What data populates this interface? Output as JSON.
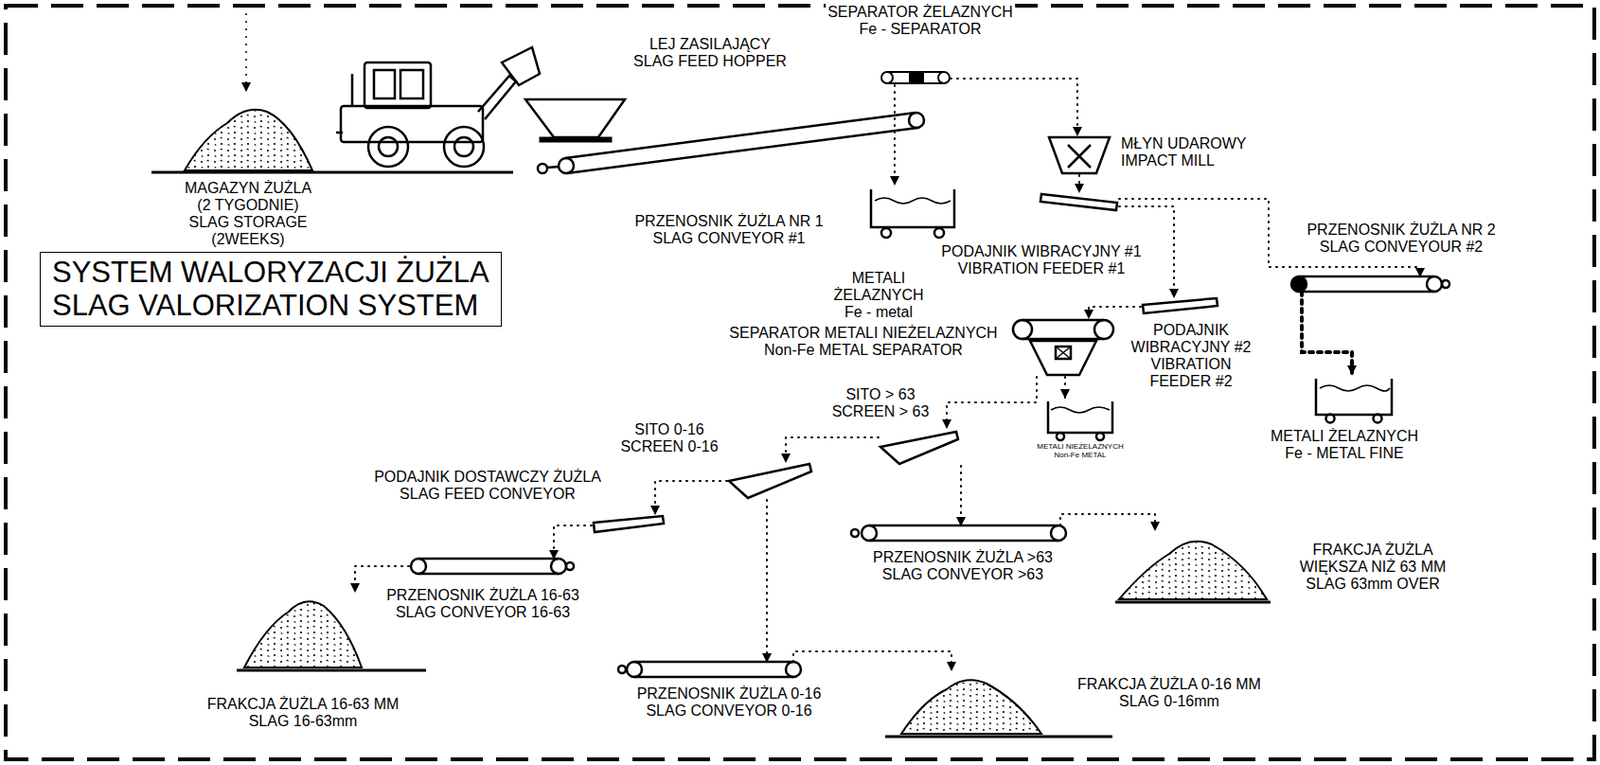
{
  "diagram": {
    "title": "SYSTEM WALORYZACJI ŻUŻLA SLAG VALORIZATION SYSTEM",
    "nodes": [
      {
        "text": [
          "MAGAZYN ŻUŻLA (2 TYGODNIE) SLAG STORAGE (2WEEKS)"
        ]
      },
      {
        "text": [
          "LEJ ZASILAJĄCY SLAG FEED HOPPER"
        ]
      },
      {
        "text": [
          "SEPARATOR ŻELAZNYCH Fe - SEPARATOR"
        ]
      },
      {
        "text": [
          "PRZENOSNIK ŻUŻLA NR 1 SLAG CONVEYOR #1"
        ]
      },
      {
        "text": [
          "METALI ŻELAZNYCH Fe - metal"
        ]
      },
      {
        "text": [
          "MŁYN UDAROWY IMPACT MILL"
        ]
      },
      {
        "text": [
          "PODAJNIK WIBRACYJNY #1 VIBRATION FEEDER #1"
        ]
      },
      {
        "text": [
          "PRZENOSNIK ŻUŻLA NR 2 SLAG CONVEYOUR #2"
        ]
      },
      {
        "text": [
          "METALI ŻELAZNYCH Fe - METAL FINE"
        ]
      },
      {
        "text": [
          "PODAJNIK WIBRACYJNY #2 VIBRATION FEEDER #2"
        ]
      },
      {
        "text": [
          "SEPARATOR METALI NIEŻELAZNYCH Non-Fe METAL SEPARATOR"
        ]
      },
      {
        "text": [
          "METALI NIEŻELAZNYCH Non-Fe METAL"
        ]
      },
      {
        "text": [
          "SITO > 63 SCREEN > 63"
        ]
      },
      {
        "text": [
          "SITO 0-16 SCREEN 0-16"
        ]
      },
      {
        "text": [
          "PODAJNIK DOSTAWCZY ŻUŻLA SLAG FEED CONVEYOR"
        ]
      },
      {
        "text": [
          "PRZENOSNIK ŻUŻLA >63 SLAG CONVEYOR >63"
        ]
      },
      {
        "text": [
          "FRAKCJA ŻUŻLA WIĘKSZA NIŻ 63 MM SLAG 63mm OVER"
        ]
      },
      {
        "text": [
          "PRZENOSNIK ŻUŻLA 16-63 SLAG CONVEYOR 16-63"
        ]
      },
      {
        "text": [
          "FRAKCJA ŻUŻLA 16-63 MM SLAG 16-63mm"
        ]
      },
      {
        "text": [
          "PRZENOSNIK ŻUŻLA 0-16 SLAG CONVEYOR 0-16"
        ]
      },
      {
        "text": [
          "FRAKCJA ŻUŻLA 0-16 MM SLAG 0-16mm"
        ]
      }
    ],
    "edges": [
      {
        "from": 2,
        "to": 4,
        "arrow": "to"
      },
      {
        "from": 2,
        "to": 5,
        "arrow": "to"
      },
      {
        "from": 5,
        "to": 6,
        "arrow": "to"
      },
      {
        "from": 6,
        "to": 7,
        "arrow": "to"
      },
      {
        "from": 7,
        "to": 8,
        "arrow": "to"
      },
      {
        "from": 6,
        "to": 9,
        "arrow": "to"
      },
      {
        "from": 9,
        "to": 10,
        "arrow": "to"
      },
      {
        "from": 10,
        "to": 11,
        "arrow": "to"
      },
      {
        "from": 10,
        "to": 12,
        "arrow": "to"
      },
      {
        "from": 12,
        "to": 15,
        "arrow": "to"
      },
      {
        "from": 12,
        "to": 13,
        "arrow": "to"
      },
      {
        "from": 13,
        "to": 14,
        "arrow": "to"
      },
      {
        "from": 13,
        "to": 19,
        "arrow": "to"
      },
      {
        "from": 14,
        "to": 17,
        "arrow": "to"
      },
      {
        "from": 17,
        "to": 18,
        "arrow": "to"
      },
      {
        "from": 15,
        "to": 16,
        "arrow": "to"
      },
      {
        "from": 19,
        "to": 20,
        "arrow": "to"
      }
    ]
  }
}
